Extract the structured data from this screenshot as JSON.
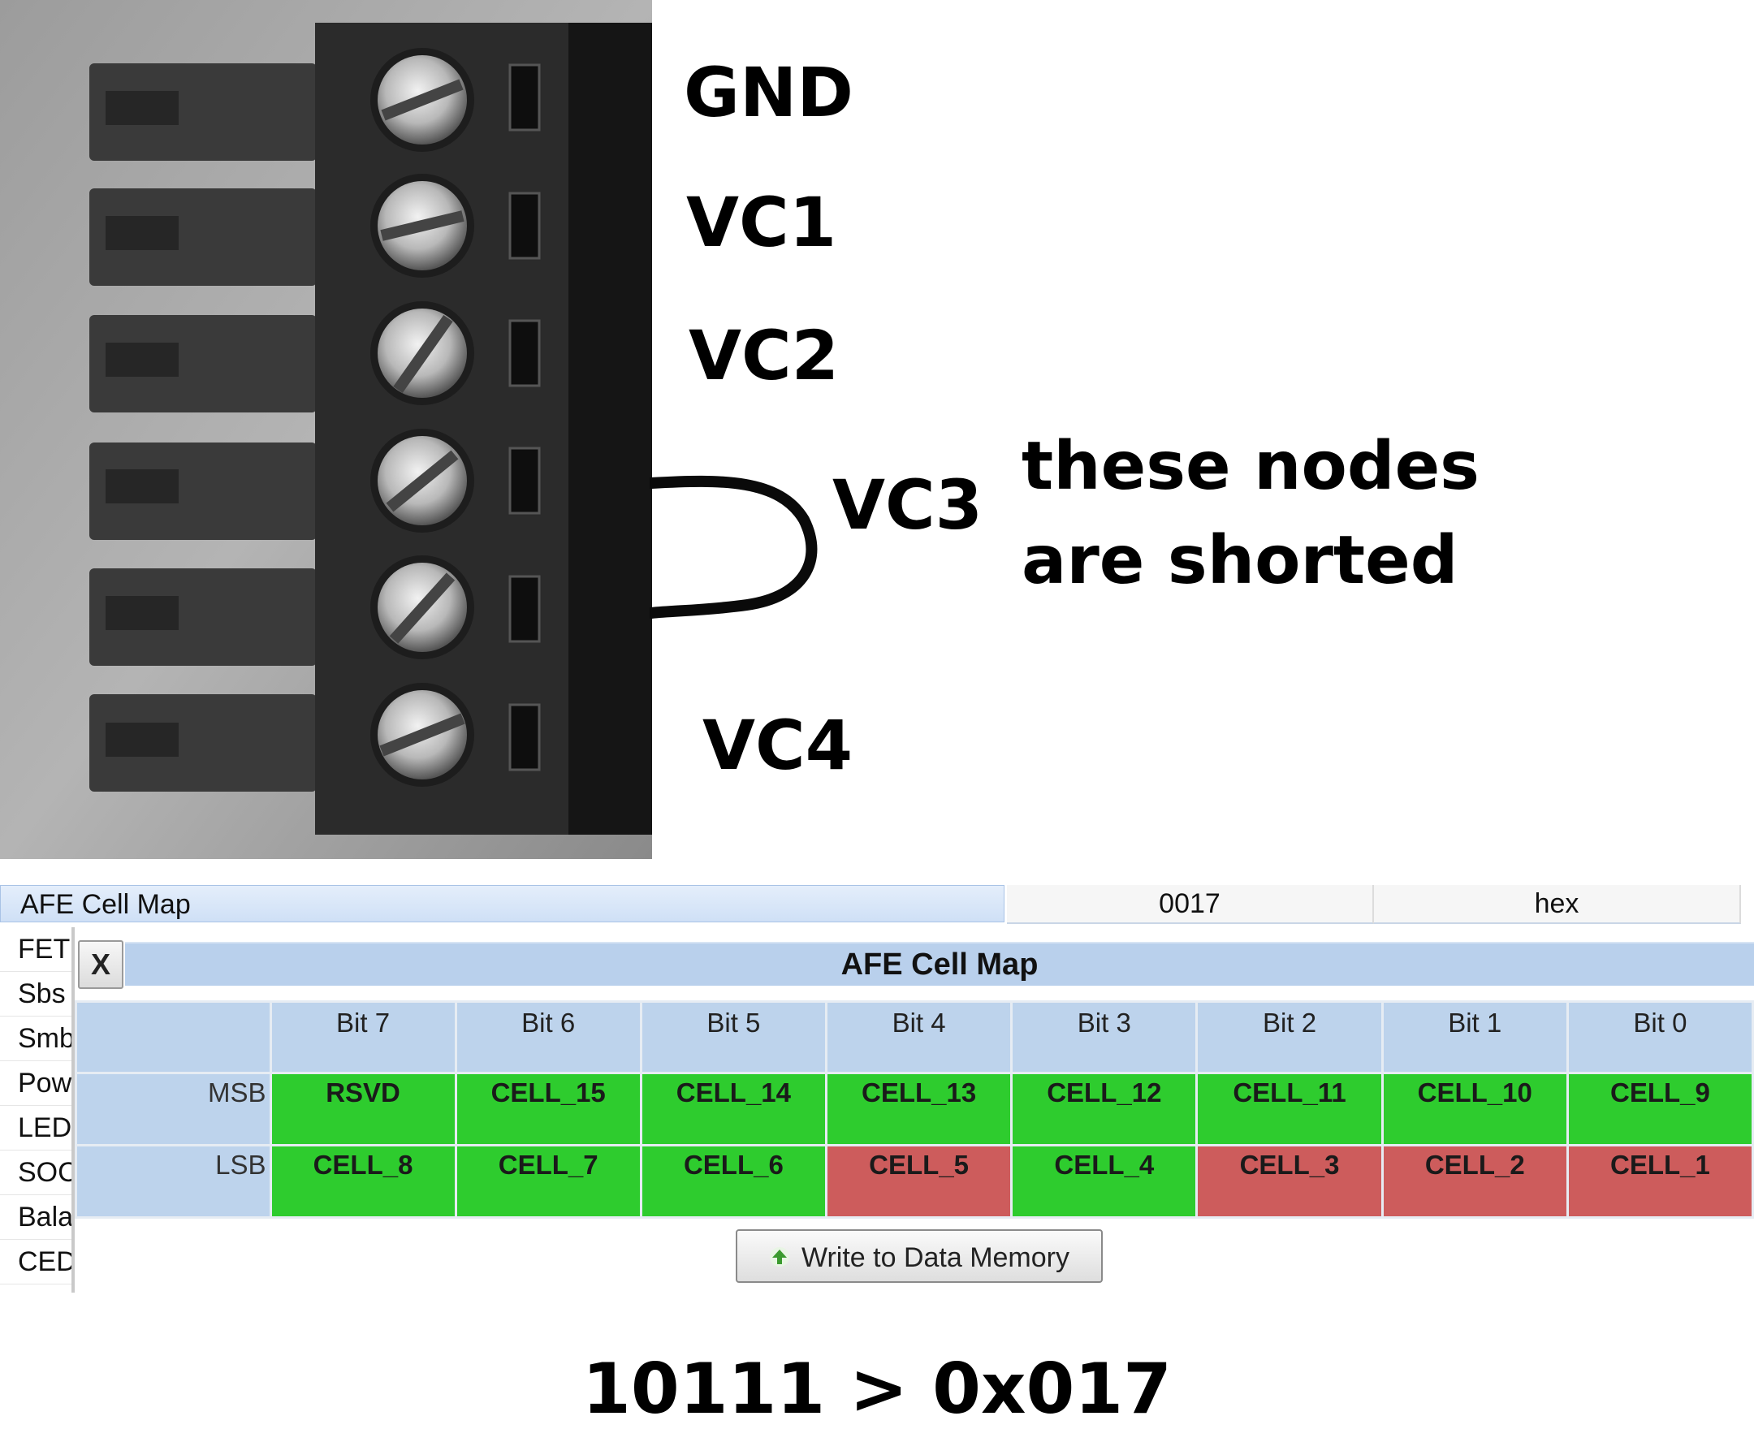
{
  "photo": {
    "pin_labels": [
      "GND",
      "VC1",
      "VC2",
      "VC3",
      "VC4"
    ],
    "note_lines": [
      "these nodes",
      "are shorted"
    ]
  },
  "panel": {
    "header": {
      "name": "AFE Cell Map",
      "value": "0017",
      "format": "hex"
    },
    "side_items": [
      "FET",
      "Sbs",
      "Smb",
      "Pow",
      "LED",
      "SOC",
      "Bala",
      "CED"
    ],
    "close_label": "X",
    "title": "AFE Cell Map",
    "bit_headers": [
      "Bit 7",
      "Bit 6",
      "Bit 5",
      "Bit 4",
      "Bit 3",
      "Bit 2",
      "Bit 1",
      "Bit 0"
    ],
    "rows": [
      {
        "label": "MSB",
        "cells": [
          {
            "name": "RSVD",
            "on": true
          },
          {
            "name": "CELL_15",
            "on": true
          },
          {
            "name": "CELL_14",
            "on": true
          },
          {
            "name": "CELL_13",
            "on": true
          },
          {
            "name": "CELL_12",
            "on": true
          },
          {
            "name": "CELL_11",
            "on": true
          },
          {
            "name": "CELL_10",
            "on": true
          },
          {
            "name": "CELL_9",
            "on": true
          }
        ]
      },
      {
        "label": "LSB",
        "cells": [
          {
            "name": "CELL_8",
            "on": true
          },
          {
            "name": "CELL_7",
            "on": true
          },
          {
            "name": "CELL_6",
            "on": true
          },
          {
            "name": "CELL_5",
            "on": false
          },
          {
            "name": "CELL_4",
            "on": true
          },
          {
            "name": "CELL_3",
            "on": false
          },
          {
            "name": "CELL_2",
            "on": false
          },
          {
            "name": "CELL_1",
            "on": false
          }
        ]
      }
    ],
    "write_button": "Write to Data Memory",
    "colors": {
      "cell_on": "#2ecc2e",
      "cell_off": "#cd5c5c",
      "header_blue": "#bdd3ec"
    }
  },
  "equation": "10111 > 0x017"
}
